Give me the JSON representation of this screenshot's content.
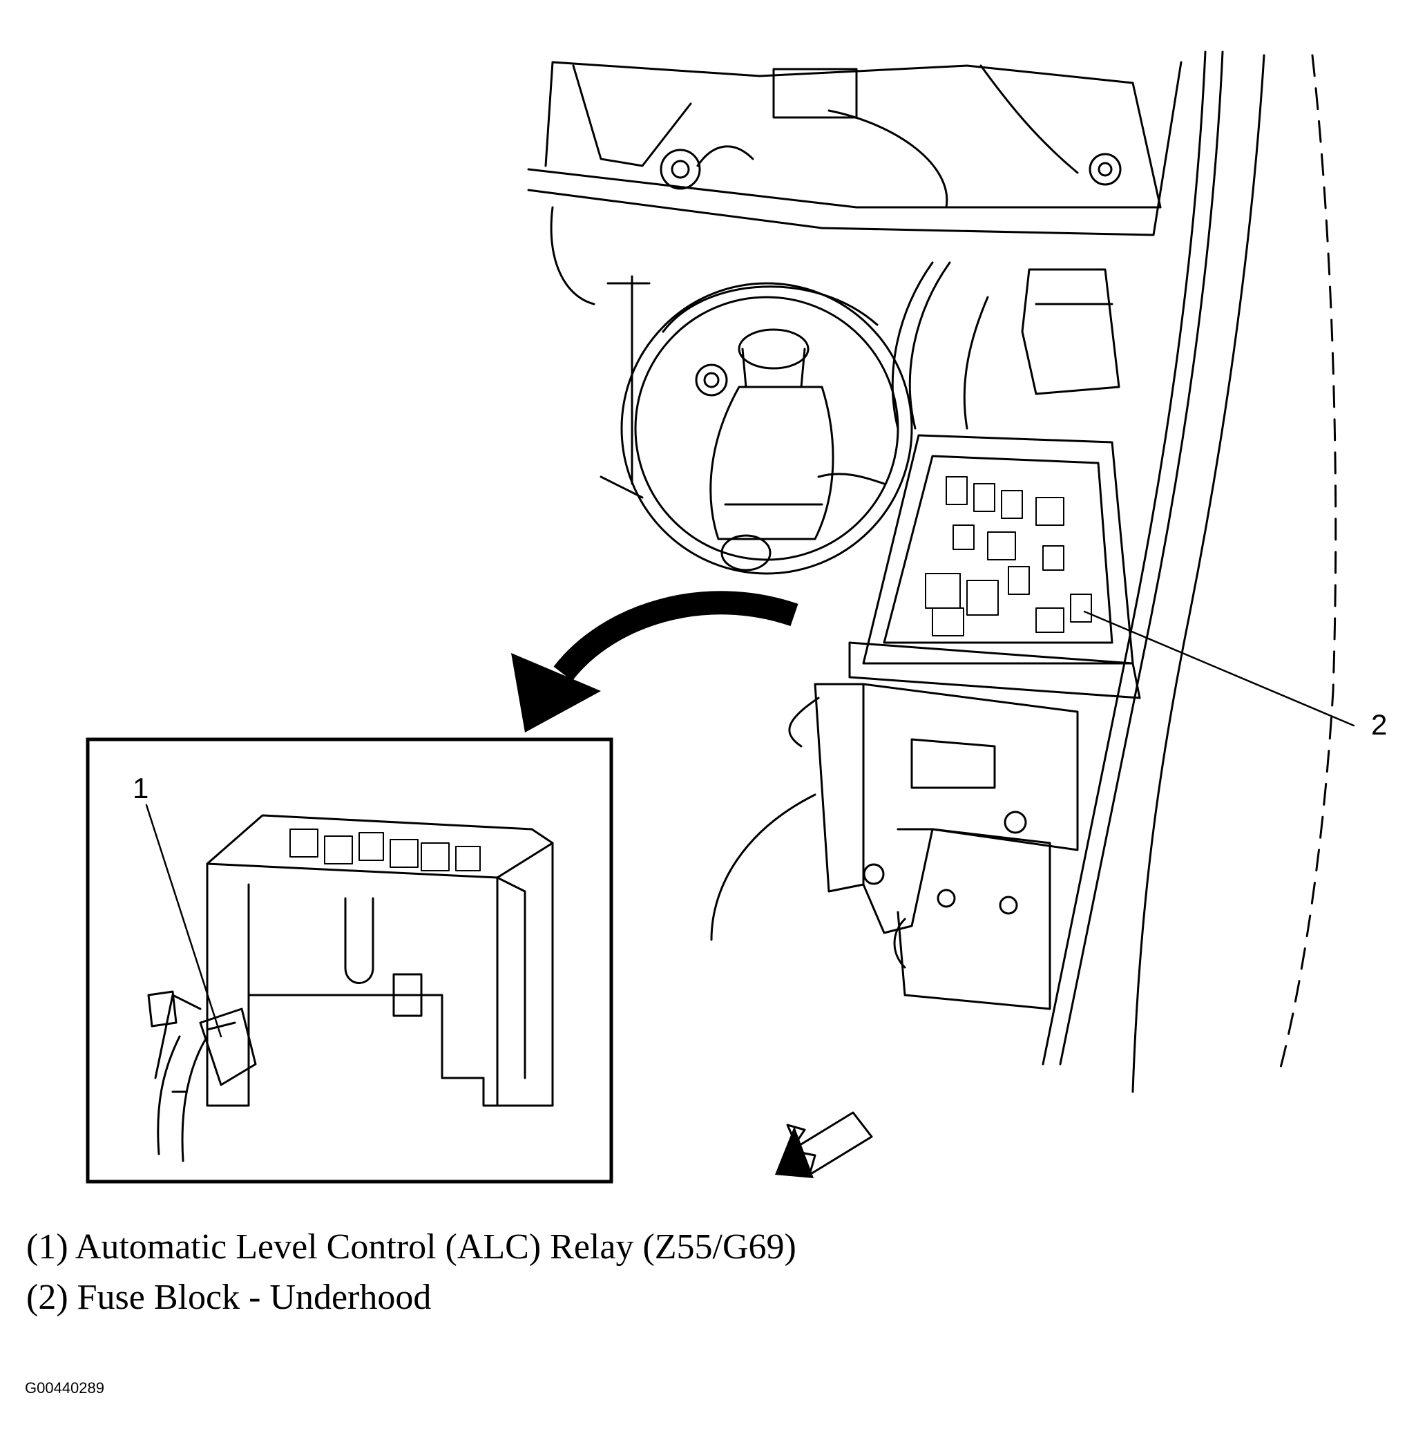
{
  "callouts": {
    "relay": "1",
    "fuse_block": "2"
  },
  "legend": [
    "(1) Automatic Level Control (ALC) Relay (Z55/G69)",
    "(2) Fuse Block - Underhood"
  ],
  "figure_id": "G00440289",
  "colors": {
    "ink": "#000000",
    "paper": "#ffffff"
  }
}
